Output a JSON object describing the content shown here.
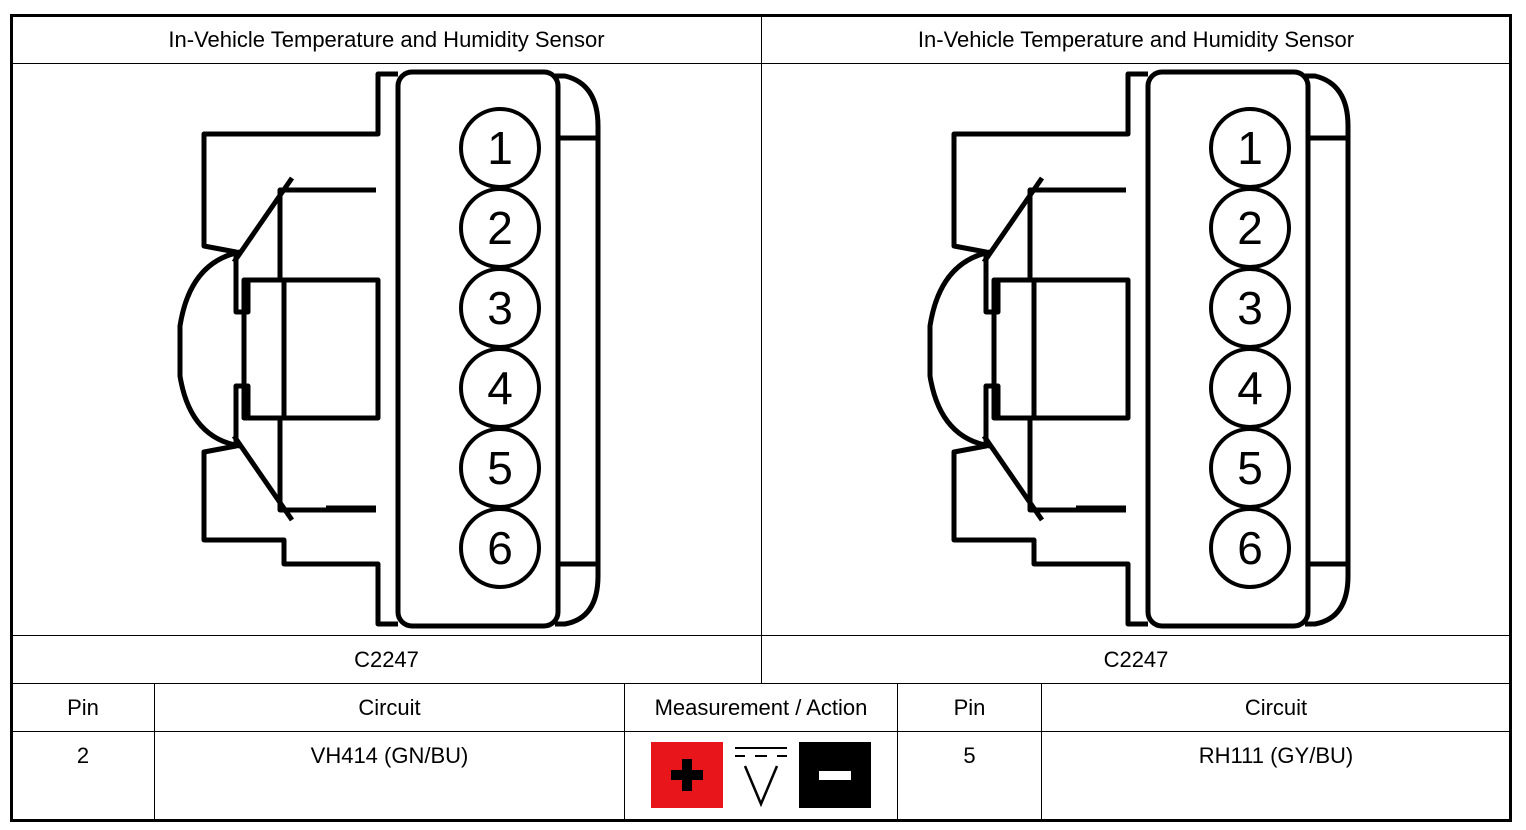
{
  "left_panel": {
    "title": "In-Vehicle Temperature and Humidity Sensor",
    "connector_id": "C2247",
    "pins": [
      "1",
      "2",
      "3",
      "4",
      "5",
      "6"
    ]
  },
  "right_panel": {
    "title": "In-Vehicle Temperature and Humidity Sensor",
    "connector_id": "C2247",
    "pins": [
      "1",
      "2",
      "3",
      "4",
      "5",
      "6"
    ]
  },
  "table": {
    "headers": {
      "pin_a": "Pin",
      "circuit_a": "Circuit",
      "measurement": "Measurement / Action",
      "pin_b": "Pin",
      "circuit_b": "Circuit"
    },
    "row": {
      "pin_a": "2",
      "circuit_a": "VH414 (GN/BU)",
      "measurement_icons": [
        "positive-probe-icon",
        "dc-voltage-icon",
        "negative-probe-icon"
      ],
      "pin_b": "5",
      "circuit_b": "RH111 (GY/BU)"
    }
  },
  "colors": {
    "positive": "#e8161b",
    "negative": "#000000"
  }
}
